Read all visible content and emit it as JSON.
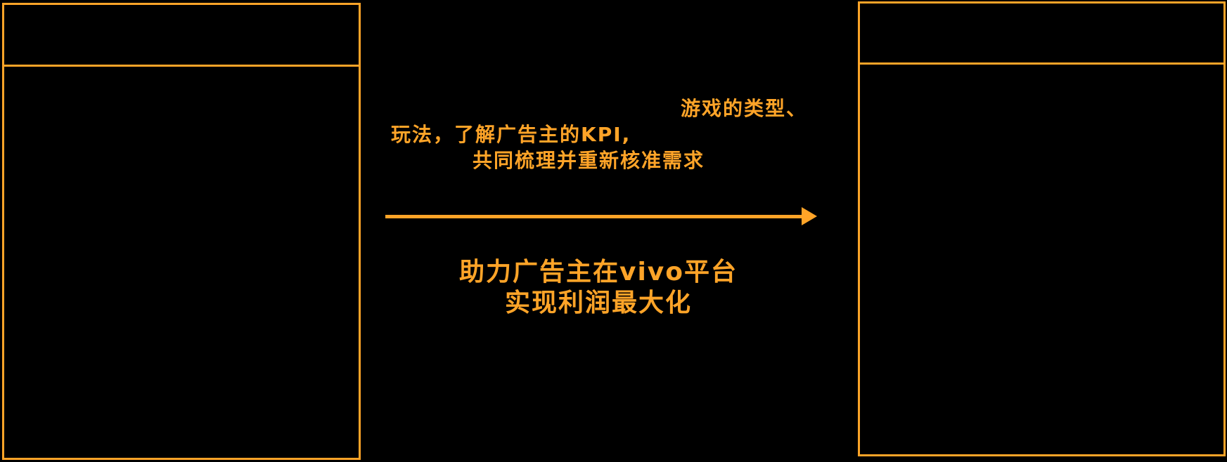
{
  "colors": {
    "background": "#000000",
    "accent": "#FFA428"
  },
  "icons": {
    "flow_arrow": "right-arrow"
  },
  "flow": {
    "description": {
      "line1": "游戏的类型、",
      "line2": "玩法，了解广告主的KPI,",
      "line3": "共同梳理并重新核准需求"
    },
    "headline": {
      "line1": "助力广告主在vivo平台",
      "line2": "实现利润最大化"
    }
  }
}
